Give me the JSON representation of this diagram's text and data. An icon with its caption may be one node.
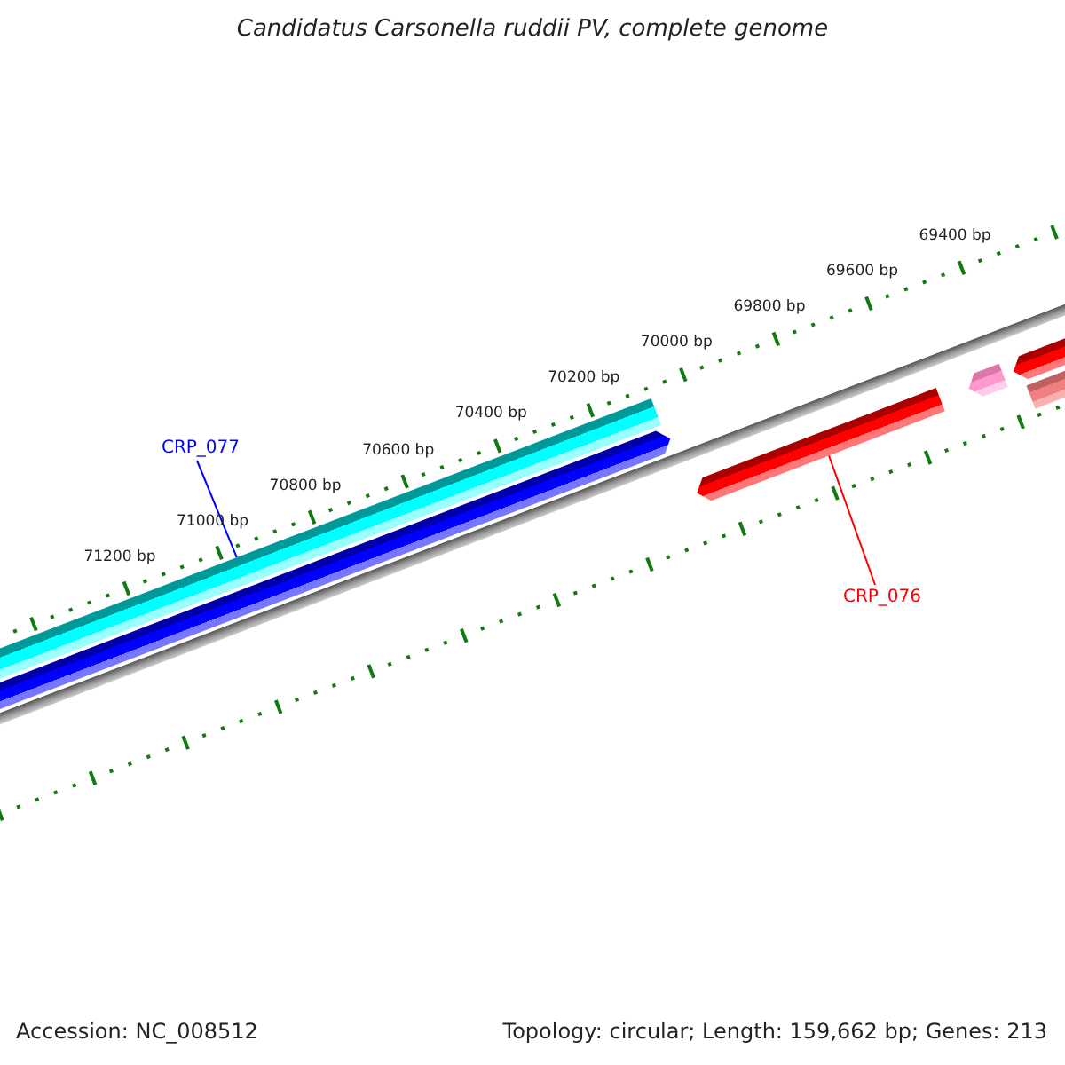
{
  "diagram": {
    "title": "Candidatus Carsonella ruddii PV, complete genome",
    "nodes": [
      {
        "text": [
          "CRP_077"
        ]
      },
      {
        "text": [
          "CRP_076"
        ]
      },
      {
        "text": [],
        "shape": "bar"
      },
      {
        "text": [],
        "shape": "bar"
      },
      {
        "text": [],
        "shape": "bar"
      },
      {
        "text": [],
        "shape": "bar"
      },
      {
        "text": [],
        "shape": "bar"
      },
      {
        "text": [],
        "shape": "bar"
      }
    ],
    "edges": [
      {
        "from": 0,
        "to": 2,
        "arrow": "none",
        "color": "#0000ff"
      },
      {
        "from": 1,
        "to": 4,
        "arrow": "none",
        "color": "#ff0000"
      }
    ],
    "labels": [
      "69400 bp",
      "69600 bp",
      "69800 bp",
      "70000 bp",
      "70200 bp",
      "70400 bp",
      "70600 bp",
      "70800 bp",
      "71000 bp",
      "71200 bp",
      "Accession: NC_008512",
      "Topology: circular; Length: 159,662 bp; Genes: 213"
    ]
  }
}
